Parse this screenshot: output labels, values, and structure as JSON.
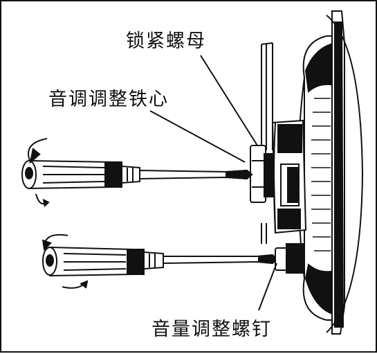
{
  "labels": {
    "lock_nut": "锁紧螺母",
    "tone_core": "音调调整铁心",
    "volume_screw": "音量调整螺钉"
  }
}
